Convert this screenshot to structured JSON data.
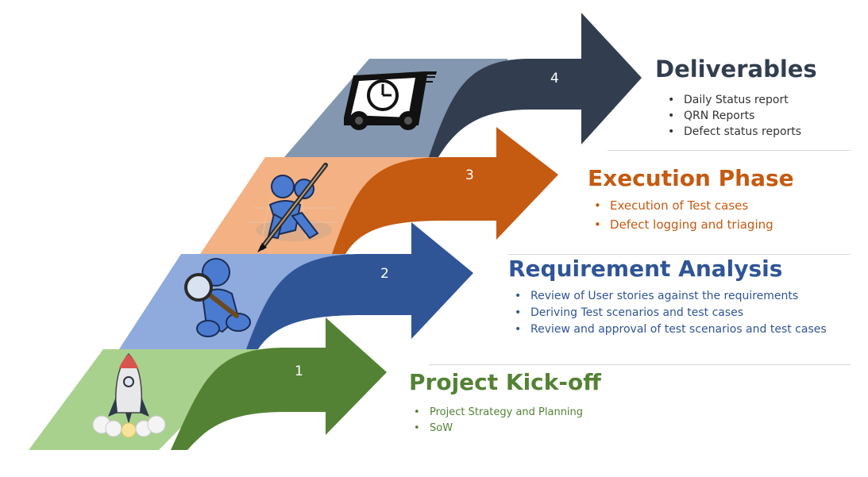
{
  "colors": {
    "phase4": "#323e4f",
    "phase3": "#c55a11",
    "phase2": "#2f5597",
    "phase1": "#548235",
    "tile4": "#8497b0",
    "tile3": "#f4b183",
    "tile2": "#8faadc",
    "tile1": "#a9d18e"
  },
  "phases": [
    {
      "number": "4",
      "title": "Deliverables",
      "icon": "delivery-truck-clock-icon",
      "bullets": [
        "Daily Status report",
        "QRN Reports",
        "Defect status reports"
      ]
    },
    {
      "number": "3",
      "title": "Execution Phase",
      "icon": "figure-with-pen-icon",
      "bullets": [
        "Execution of Test cases",
        "Defect logging and triaging"
      ]
    },
    {
      "number": "2",
      "title": "Requirement Analysis",
      "icon": "figure-with-magnifier-icon",
      "bullets": [
        "Review of User stories against the requirements",
        "Deriving Test scenarios and test cases",
        "Review and approval of test scenarios and test cases"
      ]
    },
    {
      "number": "1",
      "title": "Project Kick-off",
      "icon": "rocket-launch-icon",
      "bullets": [
        "Project Strategy and Planning",
        "SoW"
      ]
    }
  ]
}
